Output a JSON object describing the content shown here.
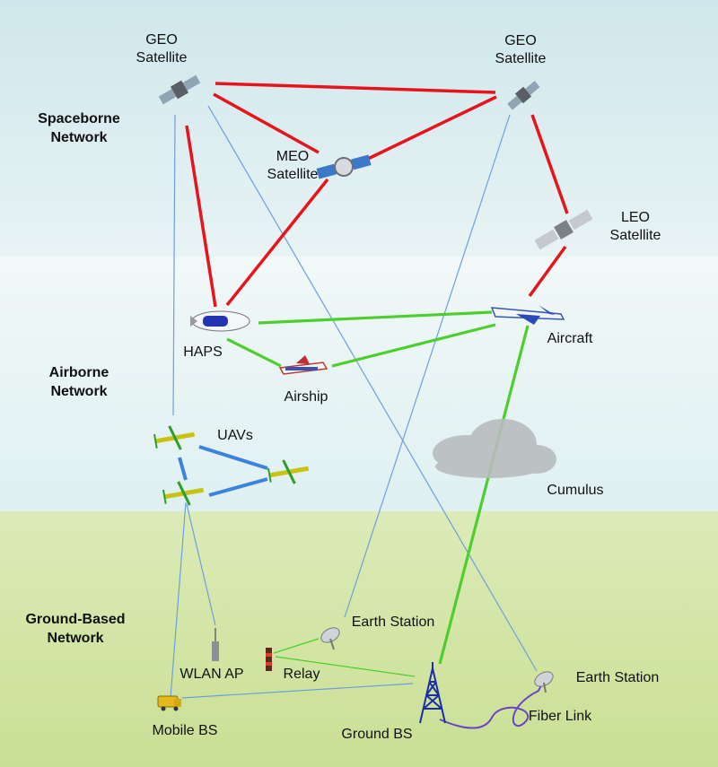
{
  "sections": {
    "spaceborne": [
      "Spaceborne",
      "Network"
    ],
    "airborne": [
      "Airborne",
      "Network"
    ],
    "ground": [
      "Ground-Based",
      "Network"
    ]
  },
  "nodes": {
    "geo_left": [
      "GEO",
      "Satellite"
    ],
    "geo_right": [
      "GEO",
      "Satellite"
    ],
    "meo": [
      "MEO",
      "Satellite"
    ],
    "leo": [
      "LEO",
      "Satellite"
    ],
    "haps": "HAPS",
    "aircraft": "Aircraft",
    "airship": "Airship",
    "uavs": "UAVs",
    "cumulus": "Cumulus",
    "earth_station_1": "Earth Station",
    "earth_station_2": "Earth Station",
    "wlan_ap": "WLAN AP",
    "relay": "Relay",
    "mobile_bs": "Mobile BS",
    "ground_bs": "Ground BS",
    "fiber_link": "Fiber Link"
  },
  "colors": {
    "space_link": "#e8141b",
    "air_link": "#4ccf2c",
    "uav_link": "#3d82dc",
    "thin_link": "#6d9fdc",
    "fiber": "#6b45c4"
  }
}
